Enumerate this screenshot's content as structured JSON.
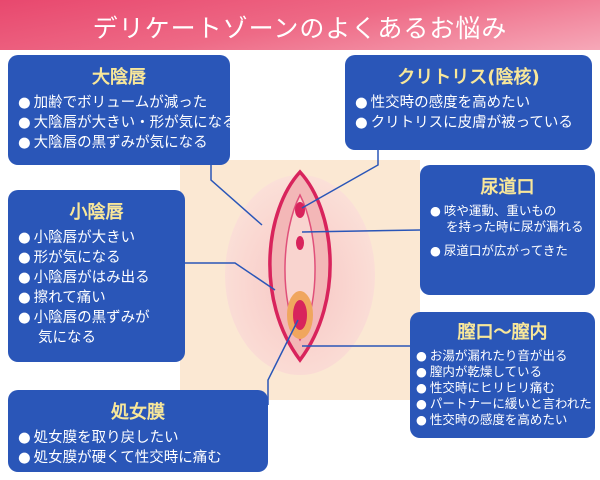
{
  "title": "デリケートゾーンのよくあるお悩み",
  "boxes": {
    "labia_majora": {
      "title": "大陰唇",
      "items": [
        "加齢でボリュームが減った",
        "大陰唇が大きい・形が気になる",
        "大陰唇の黒ずみが気になる"
      ]
    },
    "clitoris": {
      "title": "クリトリス(陰核)",
      "items": [
        "性交時の感度を高めたい",
        "クリトリスに皮膚が被っている"
      ]
    },
    "labia_minora": {
      "title": "小陰唇",
      "items": [
        "小陰唇が大きい",
        "形が気になる",
        "小陰唇がはみ出る",
        "擦れて痛い",
        "小陰唇の黒ずみが",
        "気になる"
      ]
    },
    "urethra": {
      "title": "尿道口",
      "items": [
        "咳や運動、重いもの",
        "を持った時に尿が漏れる",
        "尿道口が広がってきた"
      ]
    },
    "vagina": {
      "title": "膣口～膣内",
      "items": [
        "お湯が漏れたり音が出る",
        "膣内が乾燥している",
        "性交時にヒリヒリ痛む",
        "パートナーに緩いと言われた",
        "性交時の感度を高めたい"
      ]
    },
    "hymen": {
      "title": "処女膜",
      "items": [
        "処女膜を取り戻したい",
        "処女膜が硬くて性交時に痛む"
      ]
    }
  }
}
